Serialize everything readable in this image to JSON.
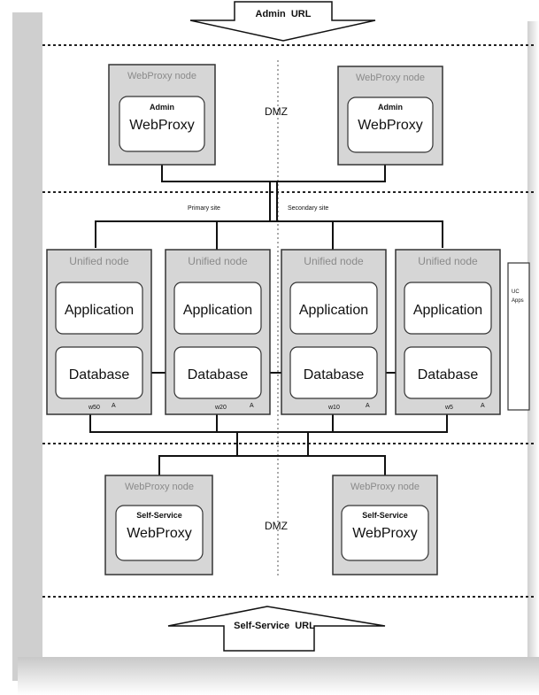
{
  "arrows": {
    "top_label": "Admin  URL",
    "bottom_label": "Self-Service  URL"
  },
  "zones": {
    "dmz_top": "DMZ",
    "dmz_bottom": "DMZ",
    "primary_site": "Primary site",
    "secondary_site": "Secondary site"
  },
  "webproxy_nodes_top": [
    {
      "title": "WebProxy node",
      "role": "Admin",
      "name": "WebProxy"
    },
    {
      "title": "WebProxy node",
      "role": "Admin",
      "name": "WebProxy"
    }
  ],
  "unified_nodes": [
    {
      "title": "Unified node",
      "app": "Application",
      "db": "Database",
      "id": "w50",
      "tag": "A"
    },
    {
      "title": "Unified node",
      "app": "Application",
      "db": "Database",
      "id": "w20",
      "tag": "A"
    },
    {
      "title": "Unified node",
      "app": "Application",
      "db": "Database",
      "id": "w10",
      "tag": "A"
    },
    {
      "title": "Unified node",
      "app": "Application",
      "db": "Database",
      "id": "w5",
      "tag": "A"
    }
  ],
  "uc_apps": {
    "line1": "UC",
    "line2": "Apps"
  },
  "webproxy_nodes_bottom": [
    {
      "title": "WebProxy node",
      "role": "Self-Service",
      "name": "WebProxy"
    },
    {
      "title": "WebProxy node",
      "role": "Self-Service",
      "name": "WebProxy"
    }
  ],
  "colors": {
    "node_fill": "#d6d6d6",
    "node_title": "#8a8a8a",
    "inner_fill": "#ffffff",
    "line": "#1a1a1a",
    "shadow": "#bdbdbd"
  }
}
